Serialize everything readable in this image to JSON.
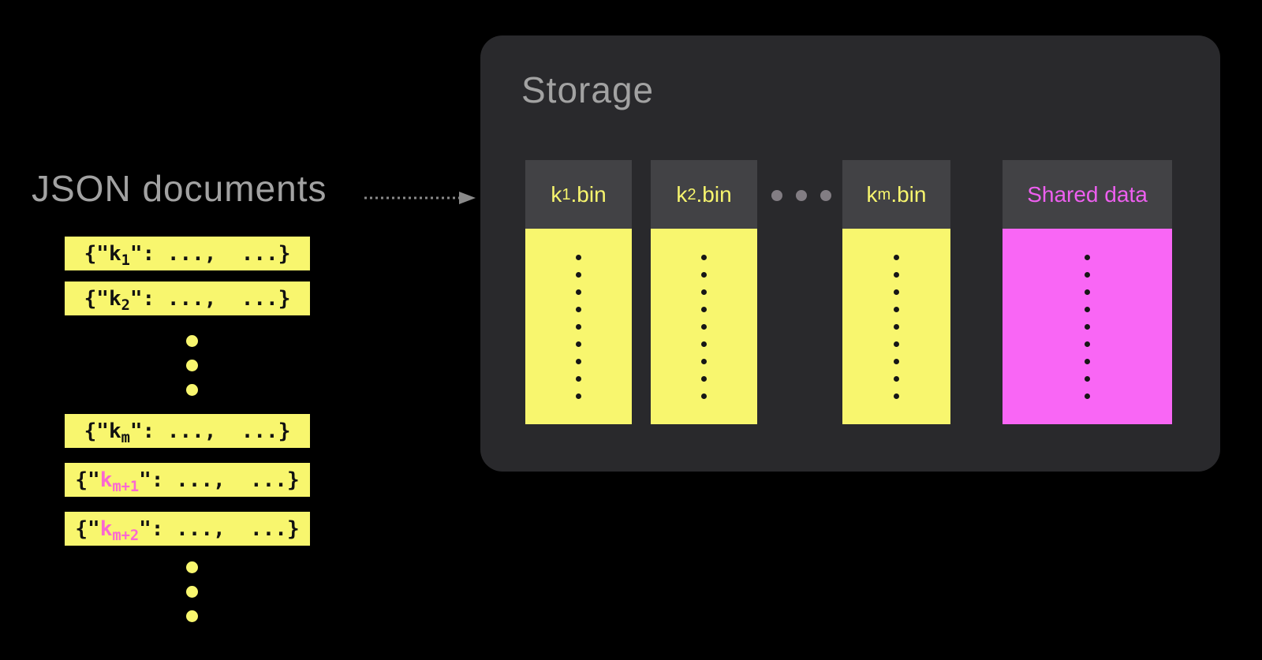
{
  "left": {
    "title": "JSON documents",
    "documents": [
      {
        "pre": "{\"",
        "key": "k",
        "sub": "1",
        "post": "\": ...,  ...}",
        "highlighted": false
      },
      {
        "pre": "{\"",
        "key": "k",
        "sub": "2",
        "post": "\": ...,  ...}",
        "highlighted": false
      },
      {
        "pre": "{\"",
        "key": "k",
        "sub": "m",
        "post": "\": ...,  ...}",
        "highlighted": false
      },
      {
        "pre": "{\"",
        "key": "k",
        "sub": "m+1",
        "post": "\": ...,  ...}",
        "highlighted": true
      },
      {
        "pre": "{\"",
        "key": "k",
        "sub": "m+2",
        "post": "\": ...,  ...}",
        "highlighted": true
      }
    ],
    "ellipsis_dot_count": 3
  },
  "storage": {
    "title": "Storage",
    "columns": [
      {
        "key": "k",
        "sub": "1",
        "post": ".bin",
        "kind": "bin"
      },
      {
        "key": "k",
        "sub": "2",
        "post": ".bin",
        "kind": "bin"
      },
      {
        "key": "k",
        "sub": "m",
        "post": ".bin",
        "kind": "bin"
      },
      {
        "label": "Shared data",
        "kind": "shared"
      }
    ],
    "column_dot_count": 9,
    "separator_dot_count": 3
  },
  "colors": {
    "page_bg": "#000000",
    "yellow": "#f8f66e",
    "magenta": "#f966f5",
    "pink_key": "#fb68d2",
    "shared_label": "#ee5ff0",
    "panel_bg": "#29292c",
    "header_bg": "#424245",
    "title_gray": "#a2a2a2",
    "arrow_gray": "#8a8a8a",
    "dot_dark": "#161616",
    "separator_dot": "#827d83"
  }
}
